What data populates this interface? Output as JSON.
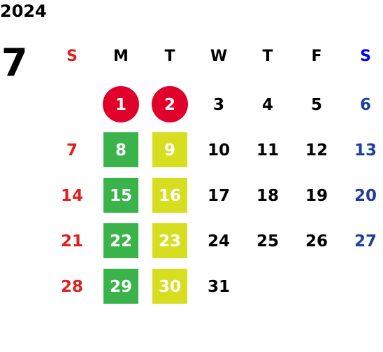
{
  "year": "2024",
  "month": "7",
  "colors": {
    "sunday": "#e02020",
    "saturday": "#1f3fa0",
    "saturday_header": "#0000ff",
    "holiday_circle": "#e0002a",
    "green_mark": "#3ab44a",
    "yellow_mark": "#d7de20"
  },
  "weekdays": [
    "S",
    "M",
    "T",
    "W",
    "T",
    "F",
    "S"
  ],
  "weeks": [
    [
      {
        "day": ""
      },
      {
        "day": "1",
        "mark": "circle"
      },
      {
        "day": "2",
        "mark": "circle"
      },
      {
        "day": "3"
      },
      {
        "day": "4"
      },
      {
        "day": "5"
      },
      {
        "day": "6"
      }
    ],
    [
      {
        "day": "7"
      },
      {
        "day": "8",
        "mark": "green"
      },
      {
        "day": "9",
        "mark": "yellow"
      },
      {
        "day": "10"
      },
      {
        "day": "11"
      },
      {
        "day": "12"
      },
      {
        "day": "13"
      }
    ],
    [
      {
        "day": "14"
      },
      {
        "day": "15",
        "mark": "green"
      },
      {
        "day": "16",
        "mark": "yellow"
      },
      {
        "day": "17"
      },
      {
        "day": "18"
      },
      {
        "day": "19"
      },
      {
        "day": "20"
      }
    ],
    [
      {
        "day": "21"
      },
      {
        "day": "22",
        "mark": "green"
      },
      {
        "day": "23",
        "mark": "yellow"
      },
      {
        "day": "24"
      },
      {
        "day": "25"
      },
      {
        "day": "26"
      },
      {
        "day": "27"
      }
    ],
    [
      {
        "day": "28"
      },
      {
        "day": "29",
        "mark": "green"
      },
      {
        "day": "30",
        "mark": "yellow"
      },
      {
        "day": "31"
      },
      {
        "day": ""
      },
      {
        "day": ""
      },
      {
        "day": ""
      }
    ]
  ]
}
